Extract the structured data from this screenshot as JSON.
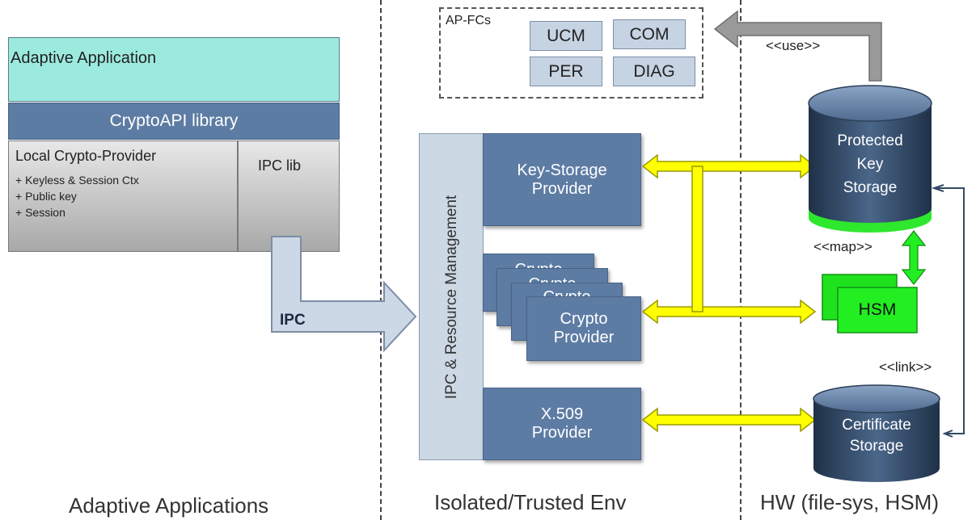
{
  "sections": {
    "adaptive_applications": "Adaptive Applications",
    "isolated_env": "Isolated/Trusted Env",
    "hw": "HW (file-sys, HSM)"
  },
  "app_stack": {
    "adaptive_application": "Adaptive Application",
    "cryptoapi_library": "CryptoAPI library",
    "local_provider": "Local Crypto-Provider",
    "local_items": [
      "+ Keyless & Session Ctx",
      "+ Public key",
      "+ Session"
    ],
    "ipc_lib": "IPC lib"
  },
  "ipc_label": "IPC",
  "ap_fcs": {
    "title": "AP-FCs",
    "items": [
      "UCM",
      "COM",
      "PER",
      "DIAG"
    ]
  },
  "resource_mgmt": "IPC & Resource Management",
  "providers": {
    "key_storage": "Key-Storage\nProvider",
    "crypto_stack_back": "Crypto",
    "crypto": "Crypto\nProvider",
    "x509": "X.509\nProvider"
  },
  "hw": {
    "protected_key_storage": "Protected\nKey\nStorage",
    "hsm": "HSM",
    "certificate_storage": "Certificate\nStorage",
    "use_label": "<<use>>",
    "map_label": "<<map>>",
    "link_label": "<<link>>"
  },
  "colors": {
    "app_teal": "#9ceade",
    "provider_blue": "#5d7ca4",
    "light_blue": "#c6d3e2",
    "gray_gradient": "#b9b9b9",
    "yellow_arrow": "#ffff00",
    "hsm_green": "#22ee22",
    "cylinder_dark": "#2f4560"
  }
}
